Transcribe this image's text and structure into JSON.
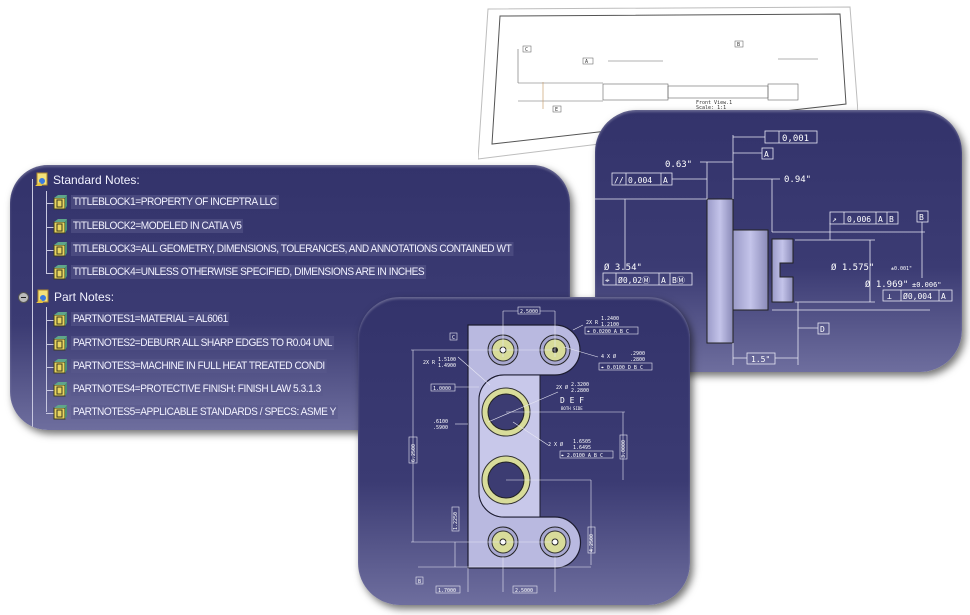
{
  "notes_tree": {
    "standard_header": "Standard Notes:",
    "standard_notes": [
      "TITLEBLOCK1=PROPERTY OF INCEPTRA LLC",
      "TITLEBLOCK2=MODELED IN CATIA V5",
      "TITLEBLOCK3=ALL GEOMETRY, DIMENSIONS, TOLERANCES, AND ANNOTATIONS CONTAINED WT",
      "TITLEBLOCK4=UNLESS OTHERWISE SPECIFIED, DIMENSIONS ARE IN INCHES"
    ],
    "part_header": "Part Notes:",
    "part_notes": [
      "PARTNOTES1=MATERIAL = AL6061",
      "PARTNOTES2=DEBURR ALL SHARP EDGES TO R0.04 UNL",
      "PARTNOTES3=MACHINE IN FULL HEAT TREATED CONDI",
      "PARTNOTES4=PROTECTIVE FINISH: FINISH LAW 5.3.1.3",
      "PARTNOTES5=APPLICABLE STANDARDS / SPECS: ASME Y"
    ]
  },
  "paper_drawing": {
    "view_name": "Front View.1",
    "scale": "Scale:  1:1",
    "datum_a": "A",
    "datum_b": "B",
    "datum_c": "C",
    "datum_e": "E"
  },
  "shaft_drawing": {
    "flatness": "0,001",
    "datum_a": "A",
    "dim_063": "0.63\"",
    "parallel_tol": "0,004",
    "parallel_ref": "A",
    "dim_094": "0.94\"",
    "runout_tol": "0,006",
    "runout_ref1": "A",
    "runout_ref2": "B",
    "datum_b": "B",
    "dia_354": "Ø 3.54\"",
    "pos_tol": "Ø0,02Ⓜ",
    "pos_ref1": "A",
    "pos_ref2": "BⓂ",
    "dia_1575": "Ø 1.575\"",
    "tol_1575": "±0.001\"",
    "dia_1969": "Ø 1.969\"",
    "tol_1969": "±0.006\"",
    "perp_tol": "Ø0,004",
    "perp_ref": "A",
    "datum_d": "D",
    "dim_15": "1.5\""
  },
  "bracket_drawing": {
    "dim_top": "2.5000",
    "datum_c": "C",
    "radius_2x_top": "2X R",
    "radius_top_hi": "1.2400",
    "radius_top_lo": "1.2100",
    "fcf_radius": "⌖ 0.0200 A B C",
    "holes_4x": "4 X  Ø",
    "holes_hi": ".2900",
    "holes_lo": ".2800",
    "fcf_holes": "⌖ 0.0100 D B C",
    "radius_2x_left": "2X R",
    "radius_left_hi": "1.5100",
    "radius_left_lo": "1.4900",
    "dim_1": "1.0000",
    "bore_2x": "2X Ø",
    "bore_hi": "2.3200",
    "bore_lo": "2.2800",
    "datum_def": "D E F",
    "both_side": "BOTH SIDE",
    "dim_left_hi": ".6100",
    "dim_left_lo": ".5900",
    "hole_2x": "2 X  Ø",
    "hole_hi": "1.6505",
    "hole_lo": "1.6495",
    "fcf_hole": "⌖ 2.0100 A B C",
    "dim_vert_left": "6.2500",
    "dim_vert_right": "3.0000",
    "dim_vert_low": "1.2250",
    "dim_vert_right_low": "4.2500",
    "datum_b": "B",
    "dim_bottom_left": "1.7000",
    "dim_bottom_right": "2.5000"
  }
}
